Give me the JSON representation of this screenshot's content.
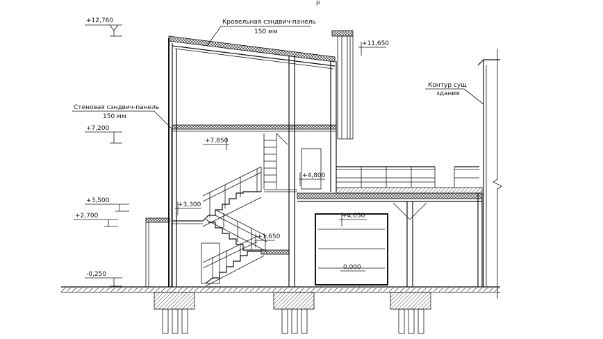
{
  "elevations": {
    "e12760": "+12,760",
    "e11650": "+11,650",
    "e7850": "+7,850",
    "e7200": "+7,200",
    "e4800": "+4,800",
    "e4050": "+4,050",
    "e3500": "+3,500",
    "e3300": "+3,300",
    "e2700": "+2,700",
    "e1650": "+1,650",
    "e0000": "0,000",
    "e0250": "-0,250"
  },
  "notes": {
    "roof_panel_line1": "Кровельная сэндвич-панель",
    "roof_panel_line2": "150 мм",
    "wall_panel_line1": "Стеновая сэндвич-панель",
    "wall_panel_line2": "150 мм",
    "contour_line1": "Контур сущ",
    "contour_line2": "здания"
  },
  "partial_top_text": "р"
}
